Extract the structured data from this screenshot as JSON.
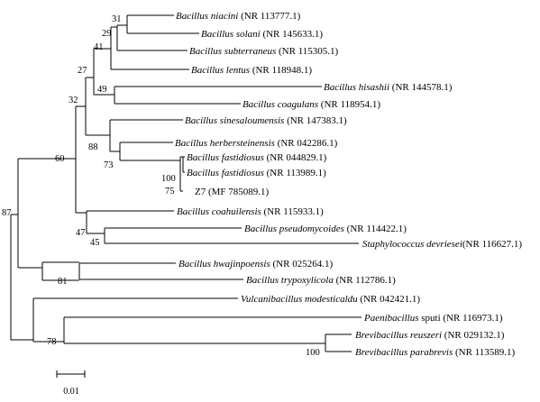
{
  "leaves": [
    {
      "genus": "Bacillus niacini",
      "rest": " (NR 113777.1)"
    },
    {
      "genus": "Bacillus solani",
      "rest": " (NR 145633.1)"
    },
    {
      "genus": "Bacillus subterraneus",
      "rest": " (NR 115305.1)"
    },
    {
      "genus": "Bacillus lentus",
      "rest": " (NR 118948.1)"
    },
    {
      "genus": "Bacillus hisashii",
      "rest": " (NR 144578.1)"
    },
    {
      "genus": "Bacillus coagulans",
      "rest": " (NR 118954.1)"
    },
    {
      "genus": "Bacillus sinesaloumensis",
      "rest": " (NR 147383.1)"
    },
    {
      "genus": "Bacillus herbersteinensis",
      "rest": " (NR 042286.1)"
    },
    {
      "genus": "Bacillus fastidiosus",
      "rest": " (NR 044829.1)"
    },
    {
      "genus": "Bacillus fastidiosus",
      "rest": " (NR 113989.1)"
    },
    {
      "genus": "",
      "rest": "Z7 (MF 785089.1)"
    },
    {
      "genus": "Bacillus coahuilensis",
      "rest": " (NR 115933.1)"
    },
    {
      "genus": "Bacillus pseudomycoides",
      "rest": " (NR 114422.1)"
    },
    {
      "genus": "Staphylococcus devriesei",
      "rest": "(NR 116627.1)"
    },
    {
      "genus": "Bacillus hwajinpoensis",
      "rest": " (NR 025264.1)"
    },
    {
      "genus": "Bacillus trypoxylicola",
      "rest": " (NR 112786.1)"
    },
    {
      "genus": "Vulcanibacillus modesticaldu",
      "rest": " (NR 042421.1)"
    },
    {
      "genus": "Paenibacillus",
      "rest": " sputi (NR 116973.1)"
    },
    {
      "genus": "Brevibacillus reuszeri",
      "rest": " (NR 029132.1)"
    },
    {
      "genus": "Brevibacillus parabrevis",
      "rest": " (NR 113589.1)"
    }
  ],
  "bootstrap": [
    "31",
    "29",
    "41",
    "27",
    "49",
    "32",
    "88",
    "73",
    "100",
    "75",
    "60",
    "87",
    "47",
    "45",
    "81",
    "78",
    "100"
  ],
  "scale_bar": {
    "label": "0.01"
  }
}
